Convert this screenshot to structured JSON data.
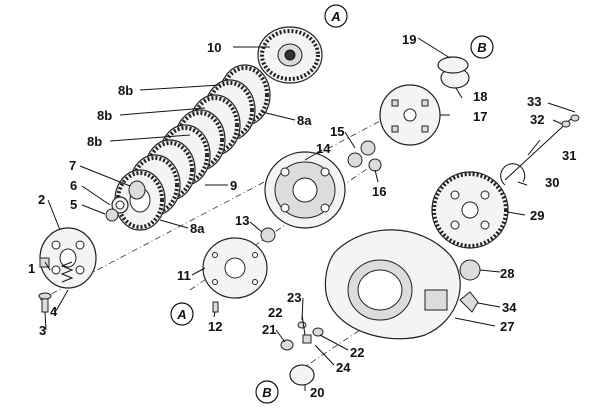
{
  "labels": {
    "l1": "1",
    "l2": "2",
    "l3": "3",
    "l4": "4",
    "l5": "5",
    "l6": "6",
    "l7": "7",
    "l8a_top": "8a",
    "l8a_bot": "8a",
    "l8b_1": "8b",
    "l8b_2": "8b",
    "l8b_3": "8b",
    "l9": "9",
    "l10": "10",
    "l11": "11",
    "l12": "12",
    "l13": "13",
    "l14": "14",
    "l15": "15",
    "l16": "16",
    "l17": "17",
    "l18": "18",
    "l19": "19",
    "l20": "20",
    "l21": "21",
    "l22a": "22",
    "l22b": "22",
    "l23": "23",
    "l24": "24",
    "l27": "27",
    "l28": "28",
    "l29": "29",
    "l30": "30",
    "l31": "31",
    "l32": "32",
    "l33": "33",
    "l34": "34"
  },
  "refs": {
    "a_top": "A",
    "a_bottom": "A",
    "b_top": "B",
    "b_bottom": "B"
  }
}
